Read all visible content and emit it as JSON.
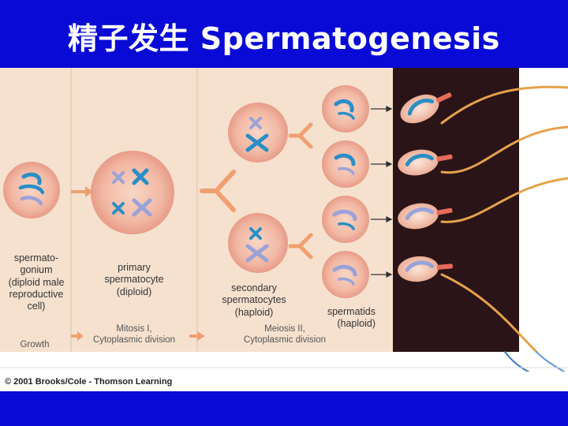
{
  "slide": {
    "title": "精子发生 Spermatogenesis"
  },
  "diagram": {
    "stages": {
      "spermatogonium": "spermato-\ngonium\n(diploid male\nreproductive\ncell)",
      "primary": "primary\nspermatocyte\n(diploid)",
      "secondary": "secondary\nspermatocytes\n(haploid)",
      "spermatids": "spermatids\n(haploid)"
    },
    "processes": {
      "growth": "Growth",
      "meiosis1": "Mitosis I,\nCytoplasmic division",
      "meiosis2": "Meiosis II,\nCytoplasmic division"
    },
    "credit": "© 2001 Brooks/Cole - Thomson Learning"
  },
  "colors": {
    "slide_background": "#0a0ad6",
    "stage_background": "#f6e1cf",
    "cell_fill": "#f2b8a4",
    "chromosome_blue": "#2a8fc6",
    "chromosome_lavender": "#9aa2d8",
    "arrow_orange": "#f0a070",
    "sperm_background": "#2a1418",
    "sperm_tail": "#e6a24a"
  }
}
